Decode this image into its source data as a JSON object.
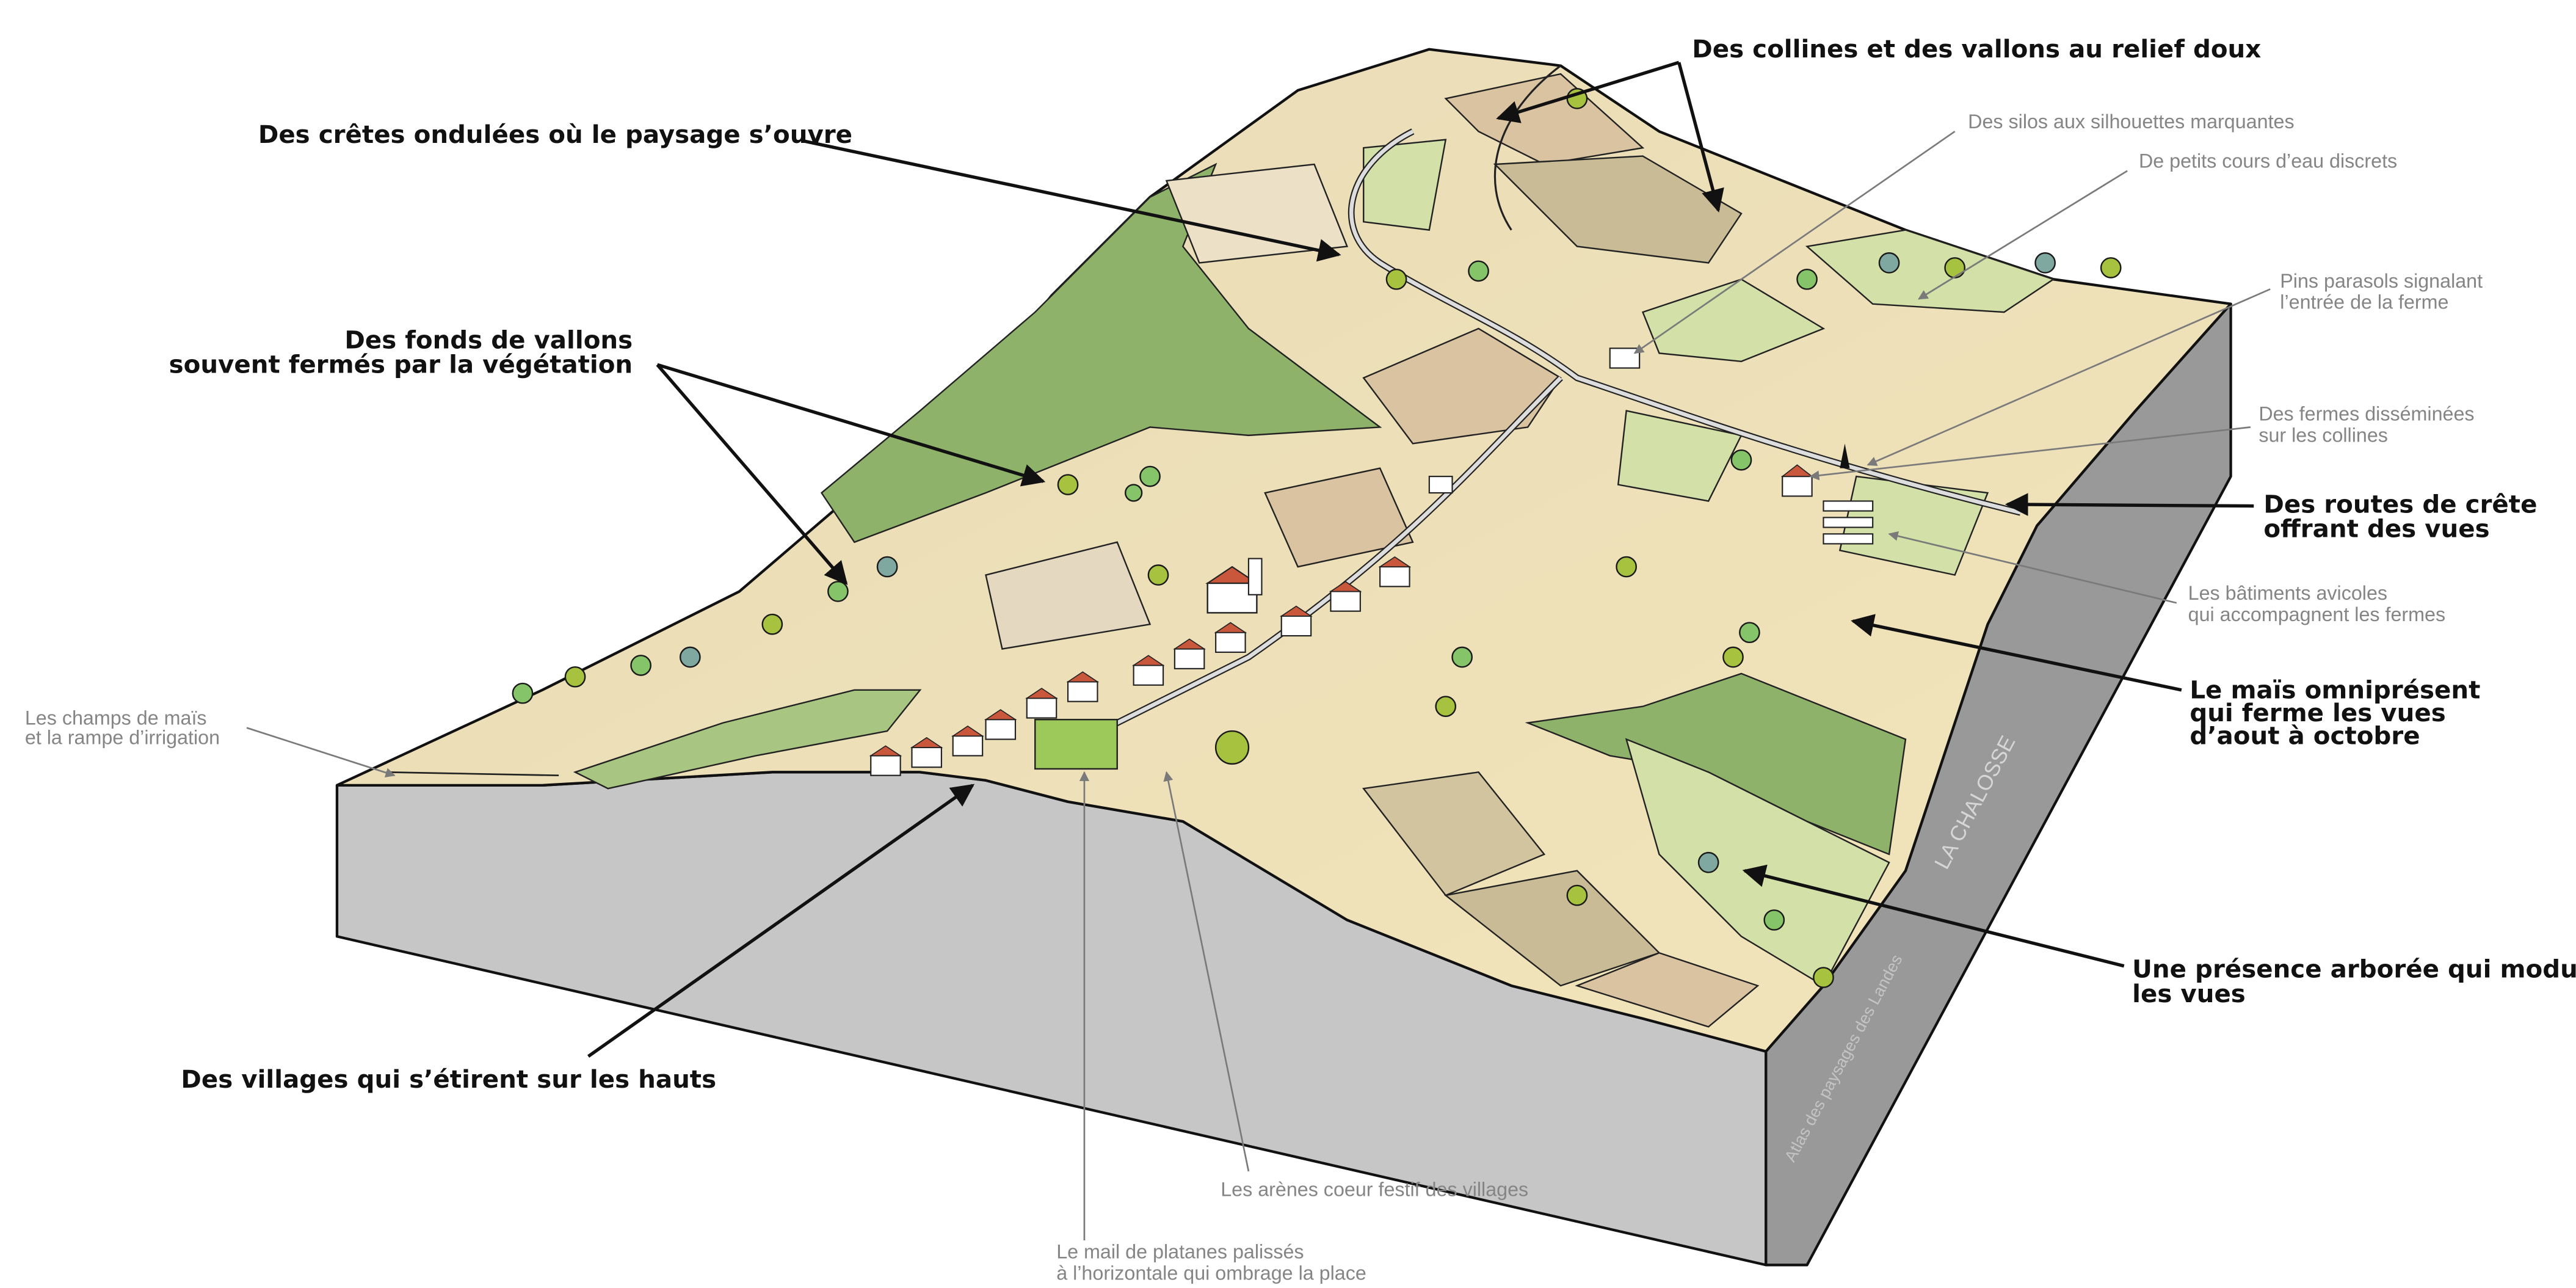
{
  "main_labels": {
    "collines": [
      "Des collines et des vallons au relief doux"
    ],
    "cretes": [
      "Des crêtes ondulées où le paysage s’ouvre"
    ],
    "fonds": [
      "Des fonds de vallons",
      "souvent fermés par la végétation"
    ],
    "routes": [
      "Des routes de crête",
      "offrant des vues"
    ],
    "mais": [
      "Le maïs omniprésent",
      "qui ferme les vues",
      "d’aout à octobre"
    ],
    "arbres": [
      "Une présence arborée qui module",
      "les vues"
    ],
    "villages": [
      "Des villages qui s’étirent sur les hauts"
    ]
  },
  "secondary_labels": {
    "silos": [
      "Des silos aux silhouettes marquantes"
    ],
    "cours_eau": [
      "De petits cours d’eau discrets"
    ],
    "pins": [
      "Pins parasols signalant",
      "l’entrée de la ferme"
    ],
    "fermes": [
      "Des fermes disséminées",
      "sur les collines"
    ],
    "avicoles": [
      "Les bâtiments avicoles",
      "qui accompagnent les fermes"
    ],
    "champs": [
      "Les champs de maïs",
      "et la rampe d’irrigation"
    ],
    "arenes": [
      "Les arènes coeur festif des villages"
    ],
    "mail": [
      "Le mail de platanes palissés",
      "à l’horizontale qui ombrage la place"
    ]
  },
  "block_side": {
    "region": "LA CHALOSSE",
    "credit": "Atlas des paysages des Landes"
  },
  "colors": {
    "front_face": "#c6c6c6",
    "side_face": "#999999",
    "corn": "#f1e2b5",
    "meadow": "#d3e0a8",
    "forest": "#8fb26b",
    "brown_field": "#d9c3a1"
  }
}
